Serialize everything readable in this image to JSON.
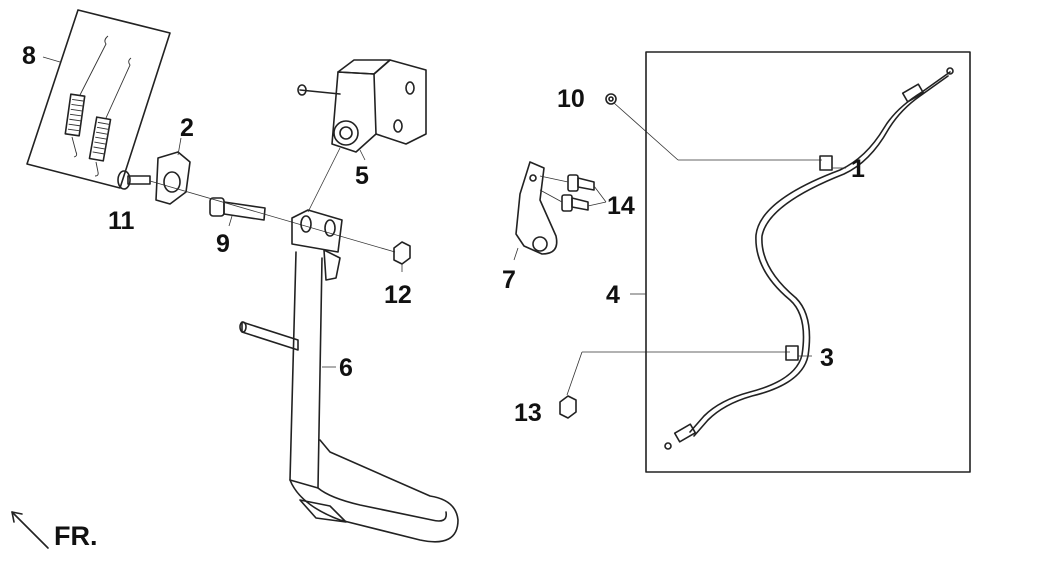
{
  "callouts": {
    "c1": "1",
    "c2": "2",
    "c3": "3",
    "c4": "4",
    "c5": "5",
    "c6": "6",
    "c7": "7",
    "c8": "8",
    "c9": "9",
    "c10": "10",
    "c11": "11",
    "c12": "12",
    "c13": "13",
    "c14": "14"
  },
  "direction_label": "FR.",
  "colors": {
    "line": "#222222",
    "background": "#ffffff"
  }
}
